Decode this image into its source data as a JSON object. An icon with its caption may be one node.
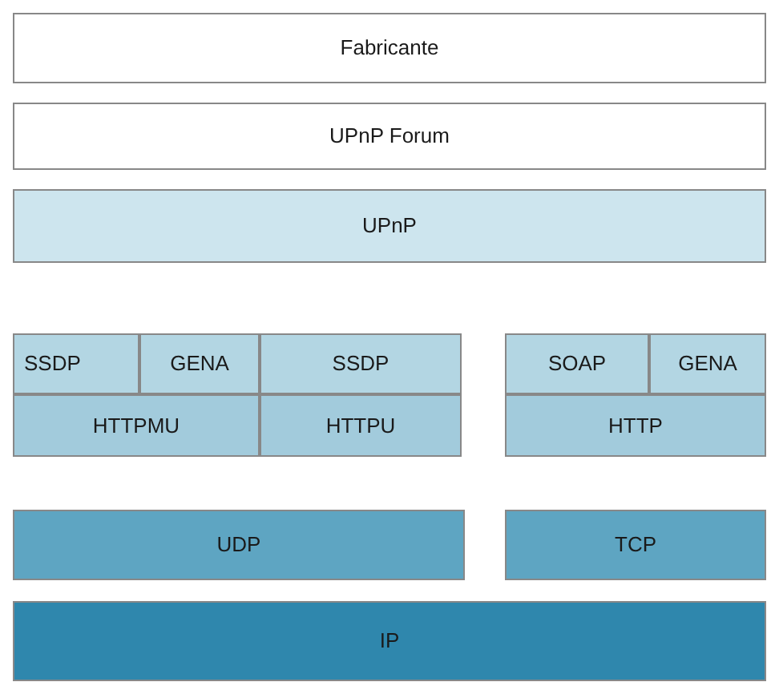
{
  "diagram": {
    "nodes": [
      {
        "text": [
          "Fabricante"
        ]
      },
      {
        "text": [
          "UPnP Forum"
        ]
      },
      {
        "text": [
          "UPnP"
        ]
      },
      {
        "text": [
          "SSDP"
        ]
      },
      {
        "text": [
          "GENA"
        ]
      },
      {
        "text": [
          "SSDP"
        ]
      },
      {
        "text": [
          "HTTPMU"
        ]
      },
      {
        "text": [
          "HTTPU"
        ]
      },
      {
        "text": [
          "SOAP"
        ]
      },
      {
        "text": [
          "GENA"
        ]
      },
      {
        "text": [
          "HTTP"
        ]
      },
      {
        "text": [
          "UDP"
        ]
      },
      {
        "text": [
          "TCP"
        ]
      },
      {
        "text": [
          "IP"
        ]
      }
    ]
  }
}
